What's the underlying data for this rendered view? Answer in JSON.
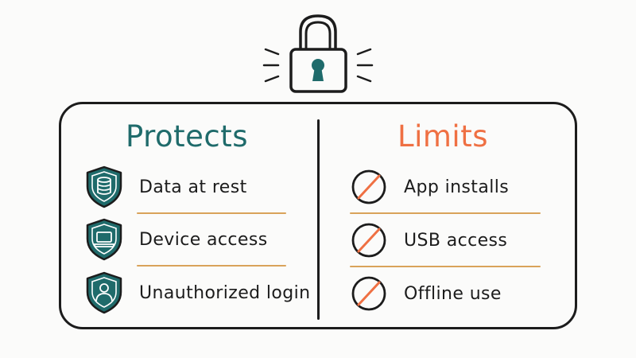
{
  "header": {
    "icon": "padlock-icon"
  },
  "protects": {
    "title": "Protects",
    "color": "#1f6b6b",
    "items": [
      {
        "label": "Data at rest",
        "icon": "shield-database-icon"
      },
      {
        "label": "Device access",
        "icon": "shield-laptop-icon"
      },
      {
        "label": "Unauthorized login",
        "icon": "shield-user-icon"
      }
    ]
  },
  "limits": {
    "title": "Limits",
    "color": "#ef7043",
    "items": [
      {
        "label": "App installs",
        "icon": "prohibited-icon"
      },
      {
        "label": "USB access",
        "icon": "prohibited-icon"
      },
      {
        "label": "Offline use",
        "icon": "prohibited-icon"
      }
    ]
  },
  "colors": {
    "teal": "#1f6b6b",
    "orange": "#ef7043",
    "divider_gold": "#d9a35a",
    "ink": "#1c1c1c"
  }
}
